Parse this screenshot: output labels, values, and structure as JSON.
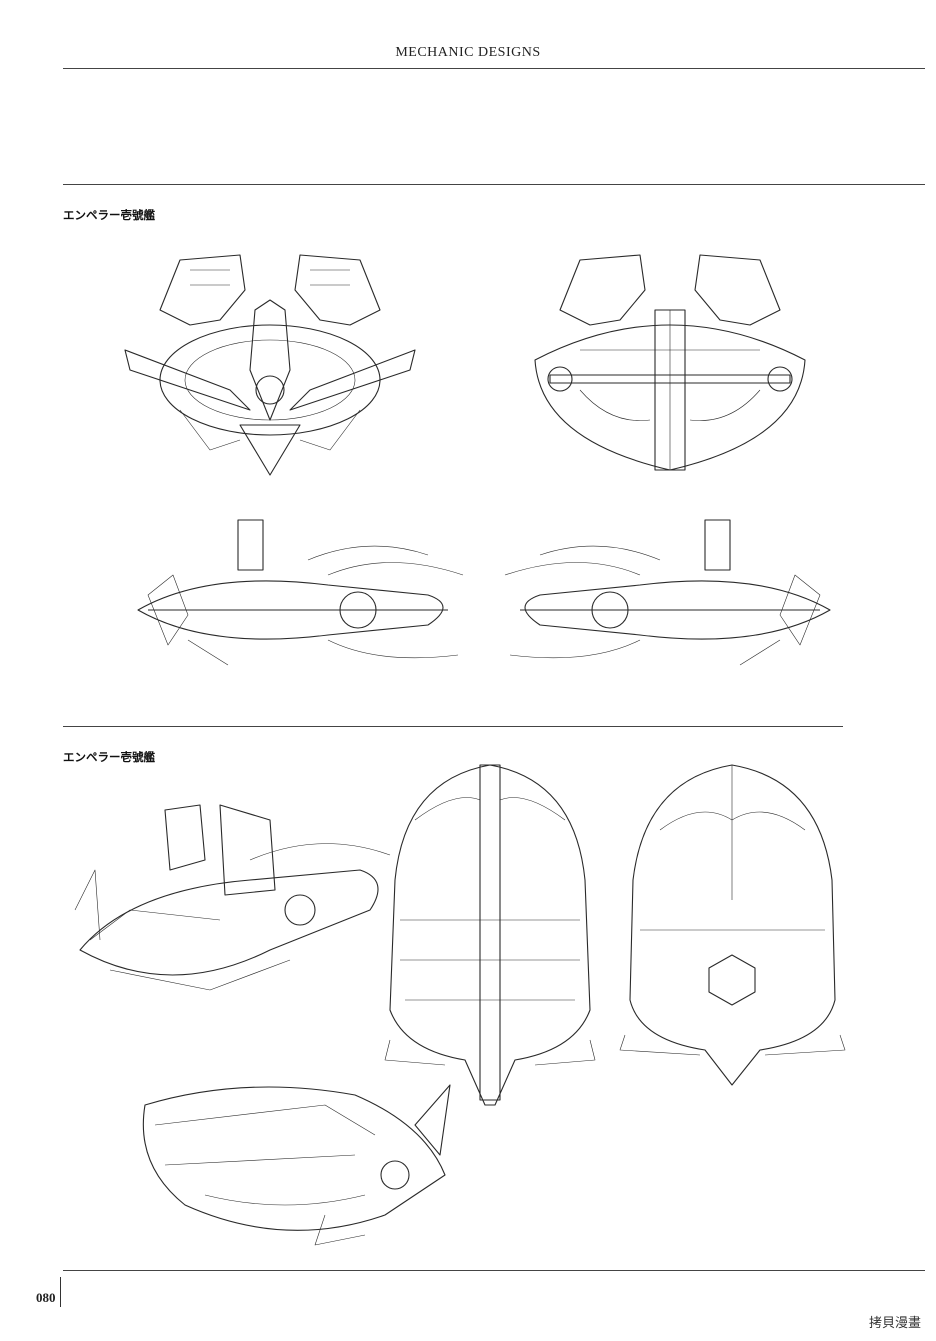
{
  "header": {
    "title": "MECHANIC DESIGNS"
  },
  "sections": [
    {
      "caption": "エンペラー壱號艦"
    },
    {
      "caption": "エンペラー壱號艦"
    }
  ],
  "footer": {
    "page_number": "080"
  },
  "watermark": {
    "text": "拷貝漫畫"
  }
}
